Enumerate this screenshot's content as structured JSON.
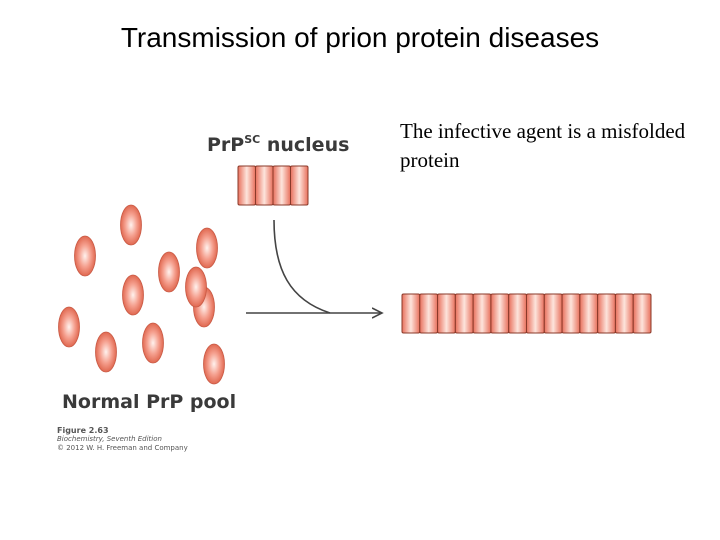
{
  "title": "Transmission of prion protein diseases",
  "description": "The infective agent is a misfolded protein",
  "diagram": {
    "nucleus_label": {
      "base": "PrP",
      "sup": "SC",
      "rest": " nucleus"
    },
    "pool_label": "Normal PrP pool",
    "caption": {
      "figure": "Figure 2.63",
      "book": "Biochemistry, Seventh Edition",
      "copyright": "© 2012 W. H. Freeman and Company"
    },
    "nucleus_units": 4,
    "fibril_units": 14,
    "pool_units": 11
  },
  "colors": {
    "unit_fill": "#f08a76",
    "unit_light": "#fde4dc",
    "unit_stroke": "#8a3a2a",
    "arrow": "#444444"
  }
}
